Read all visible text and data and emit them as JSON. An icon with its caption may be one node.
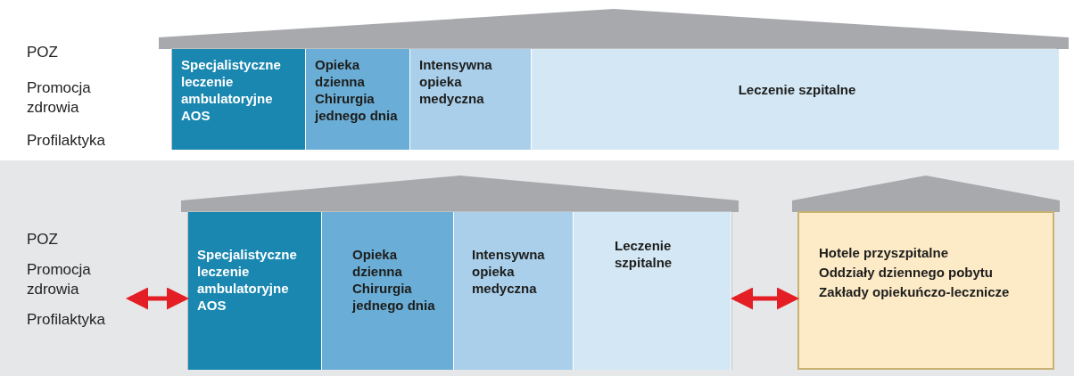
{
  "diagram": {
    "nodes": [
      {
        "text": [],
        "shape": "house"
      },
      {
        "text": [
          "Specjalistyczne leczenie ambulatoryjne AOS"
        ],
        "in": 0
      },
      {
        "text": [
          "Opieka dzienna",
          "Chirurgia jednego dnia"
        ],
        "in": 0
      },
      {
        "text": [
          "Intensywna opieka medyczna"
        ],
        "in": 0
      },
      {
        "text": [
          "Leczenie szpitalne"
        ],
        "in": 0
      },
      {
        "text": [],
        "shape": "band"
      },
      {
        "text": [
          "POZ",
          "Promocja zdrowia",
          "Profilaktyka"
        ],
        "in": 5
      },
      {
        "text": [],
        "shape": "house",
        "in": 5
      },
      {
        "text": [
          "Specjalistyczne leczenie ambulatoryjne AOS"
        ],
        "in": 7
      },
      {
        "text": [
          "Opieka dzienna",
          "Chirurgia jednego dnia"
        ],
        "in": 7
      },
      {
        "text": [
          "Intensywna opieka medyczna"
        ],
        "in": 7
      },
      {
        "text": [
          "Leczenie szpitalne"
        ],
        "in": 7
      },
      {
        "text": [
          "Hotele przyszpitalne",
          "Oddziały dziennego pobytu",
          "Zakłady opiekuńczo-lecznicze"
        ],
        "in": 5
      }
    ],
    "edges": [
      {
        "from": 6,
        "to": 7,
        "arrow": "both"
      },
      {
        "from": 7,
        "to": 12,
        "arrow": "both"
      }
    ],
    "labels": [
      "POZ",
      "Promocja zdrowia",
      "Profilaktyka"
    ]
  }
}
